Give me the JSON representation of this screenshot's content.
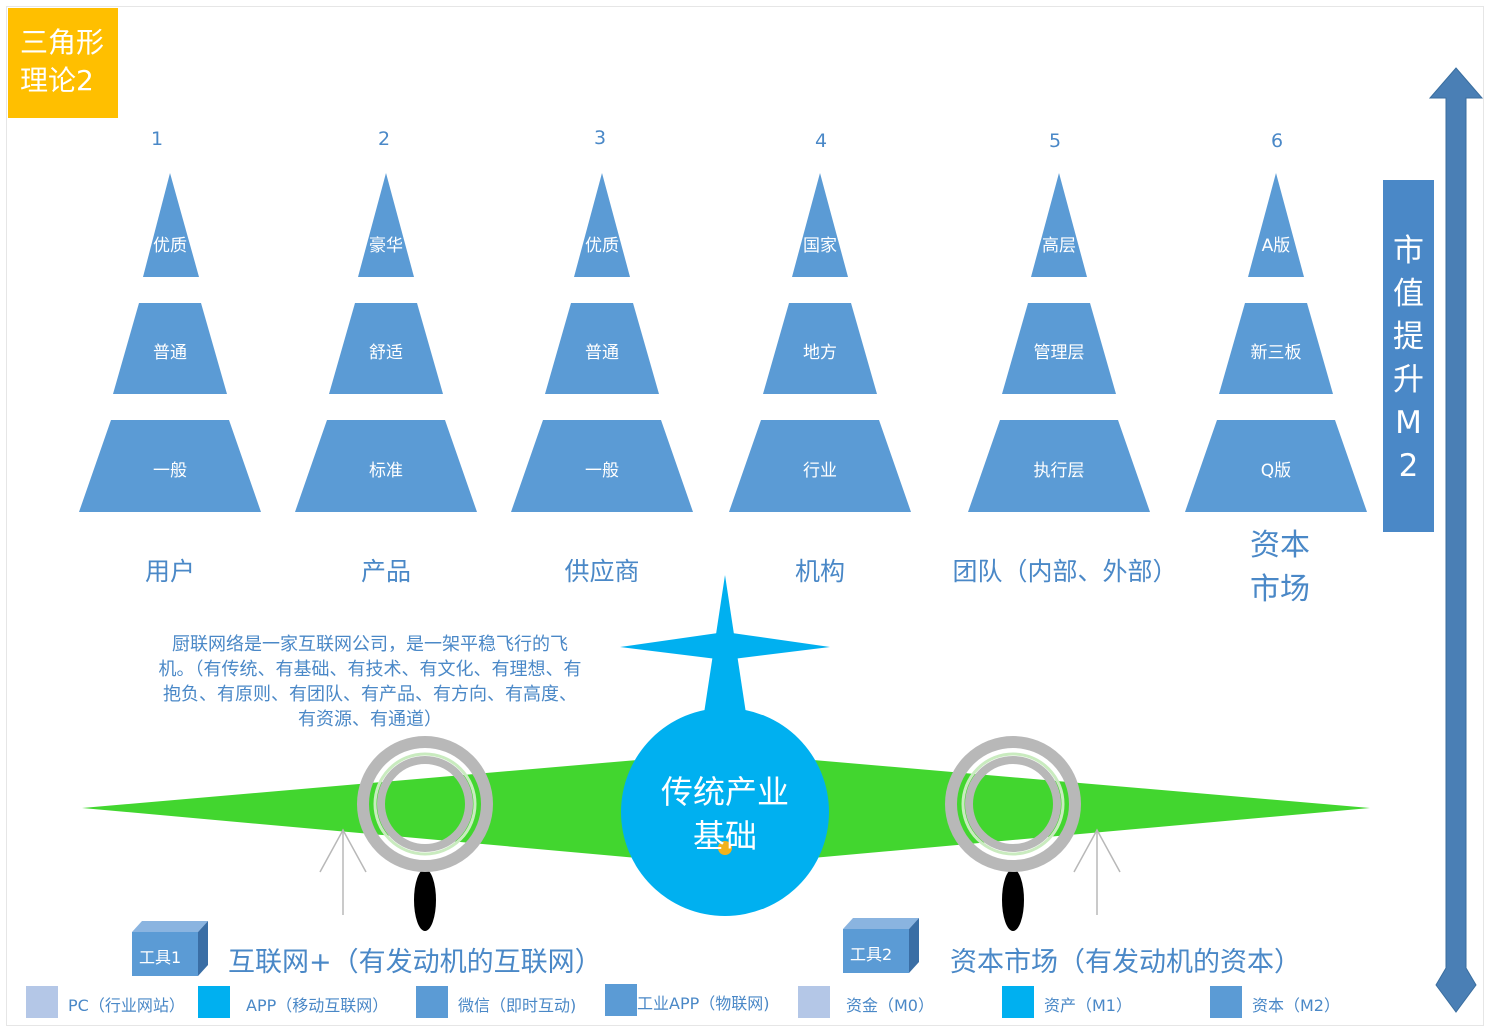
{
  "title": {
    "line1": "三角形",
    "line2": "理论2"
  },
  "pyramids": [
    {
      "num": "1",
      "top": "优质",
      "mid": "普通",
      "bottom": "一般",
      "label": "用户"
    },
    {
      "num": "2",
      "top": "豪华",
      "mid": "舒适",
      "bottom": "标准",
      "label": "产品"
    },
    {
      "num": "3",
      "top": "优质",
      "mid": "普通",
      "bottom": "一般",
      "label": "供应商"
    },
    {
      "num": "4",
      "top": "国家",
      "mid": "地方",
      "bottom": "行业",
      "label": "机构"
    },
    {
      "num": "5",
      "top": "高层",
      "mid": "管理层",
      "bottom": "执行层",
      "label": "团队（内部、外部）"
    },
    {
      "num": "6",
      "top": "A版",
      "mid": "新三板",
      "bottom": "Q版",
      "label_line1": "资本",
      "label_line2": "市场"
    }
  ],
  "side_bar": {
    "c1": "市",
    "c2": "值",
    "c3": "提",
    "c4": "升",
    "c5": "M",
    "c6": "2"
  },
  "description": "厨联网络是一家互联网公司，是一架平稳飞行的飞机。（有传统、有基础、有技术、有文化、有理想、有抱负、有原则、有团队、有产品、有方向、有高度、有资源、有通道）",
  "plane_center": {
    "line1": "传统产业",
    "line2": "基础"
  },
  "tools": [
    {
      "label": "工具1",
      "caption": "互联网+（有发动机的互联网）"
    },
    {
      "label": "工具2",
      "caption": "资本市场（有发动机的资本）"
    }
  ],
  "legend": [
    {
      "text": "PC（行业网站）",
      "color": "#b4c7e7"
    },
    {
      "text": "APP（移动互联网）",
      "color": "#00b0f0"
    },
    {
      "text": "微信（即时互动)",
      "color": "#5b9bd5"
    },
    {
      "text": "工业APP（物联网)",
      "color": "#5b9bd5"
    },
    {
      "text": "资金（M0）",
      "color": "#b4c7e7"
    },
    {
      "text": "资产（M1）",
      "color": "#00b0f0"
    },
    {
      "text": "资本（M2）",
      "color": "#5b9bd5"
    }
  ],
  "colors": {
    "accent_blue": "#4a88c7",
    "pyramid_blue": "#5b9bd5",
    "title_yellow": "#ffbf00",
    "wing_green": "#42d62f",
    "fuselage_blue": "#00b0f0",
    "arrow_blue": "#4a7fb5"
  }
}
